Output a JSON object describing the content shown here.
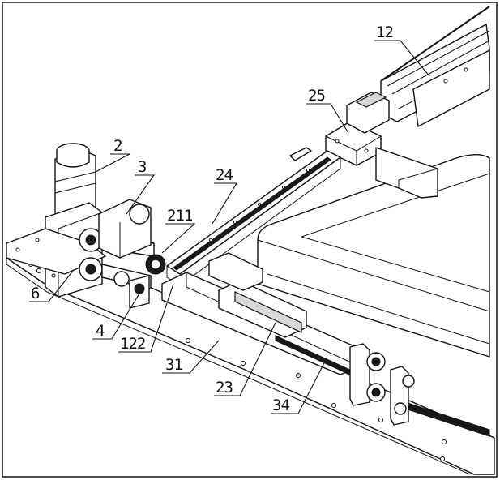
{
  "callouts": {
    "motor": "2",
    "gearbox": "3",
    "coupling": "4",
    "base_plate": "6",
    "upper_rail": "12",
    "upper_rail_slider": "122",
    "lower_guide": "23",
    "gantry_rail": "24",
    "carriage": "25",
    "lower_frame": "31",
    "rack": "34",
    "pinion": "211"
  }
}
